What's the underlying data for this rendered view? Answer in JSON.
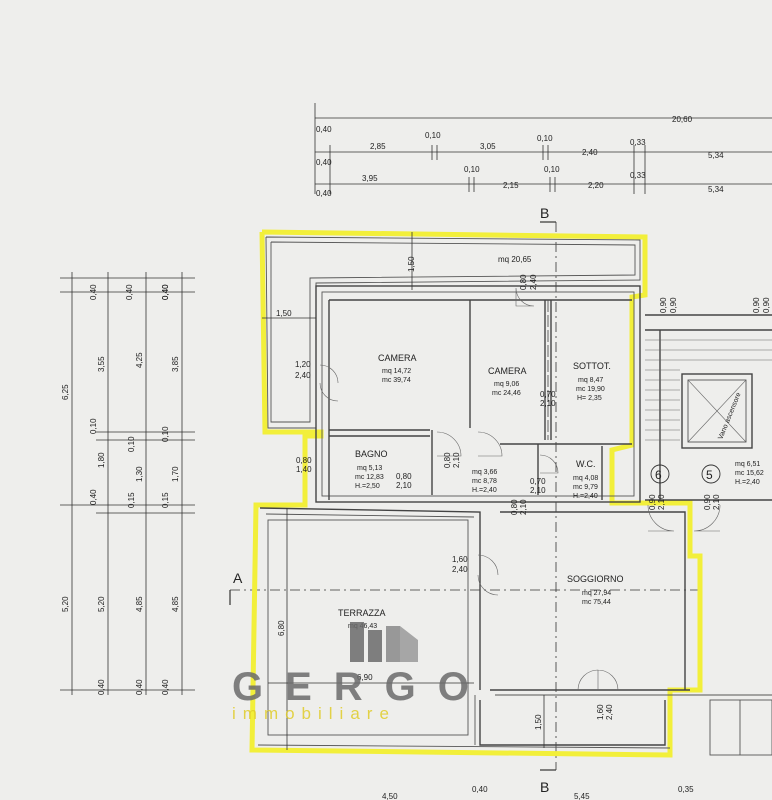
{
  "top_dims": {
    "row1": {
      "left": "0,40",
      "right": "20,60"
    },
    "row2": {
      "a": "0,40",
      "b": "2,85",
      "c": "0,10",
      "d": "3,05",
      "e": "0,10",
      "f": "2,40",
      "g": "0,33",
      "h": "5,34"
    },
    "row3": {
      "a": "0,40",
      "b": "3,95",
      "c": "0,10",
      "d": "2,15",
      "e": "0,10",
      "f": "2,20",
      "g": "0,33",
      "h": "5,34"
    }
  },
  "left_dims": {
    "col1": {
      "top": "0,40",
      "main": "6,25",
      "bottom": "5,20"
    },
    "col2": {
      "top": "0,40",
      "a": "3,55",
      "b": "0,10",
      "c": "1,80",
      "d": "0,40",
      "e": "5,20",
      "f": "0,40"
    },
    "col3": {
      "top": "0,40",
      "a": "4,25",
      "b": "0,10",
      "c": "1,30",
      "d": "0,15",
      "e": "4,85",
      "f": "0,40"
    },
    "col4": {
      "top": "0,40",
      "a": "3,85",
      "b": "0,10",
      "c": "1,70",
      "d": "0,15",
      "e": "4,85",
      "f": "0,40"
    }
  },
  "section_marks": {
    "a": "A",
    "b_top": "B",
    "b_bottom": "B"
  },
  "rooms": {
    "camera1": {
      "name": "CAMERA",
      "area": "mq 14,72",
      "vol": "mc 39,74"
    },
    "camera2": {
      "name": "CAMERA",
      "area": "mq 9,06",
      "vol": "mc 24,46"
    },
    "sottot": {
      "name": "SOTTOT.",
      "area": "mq 8,47",
      "vol": "mc 19,90",
      "h": "H= 2,35"
    },
    "bagno": {
      "name": "BAGNO",
      "area": "mq 5,13",
      "vol": "mc 12,83",
      "h": "H.=2,50"
    },
    "rip": {
      "area": "mq 3,66",
      "vol": "mc 8,78",
      "h": "H.=2,40"
    },
    "wc": {
      "name": "W.C.",
      "area": "mq 4,08",
      "vol": "mc 9,79",
      "h": "H.=2,40"
    },
    "soggiorno": {
      "name": "SOGGIORNO",
      "area": "mq 27,94",
      "vol": "mc 75,44"
    },
    "terrazza": {
      "name": "TERRAZZA",
      "area": "mq 46,43"
    },
    "landing": {
      "area": "mq 6,51",
      "vol": "mc 15,62",
      "h": "H.=2,40"
    },
    "vano": {
      "name": "Vano ascensore"
    }
  },
  "plan_dims": {
    "d150a": "1,50",
    "d2065": "mq 20,65",
    "d150b": "1,50",
    "d080a": "0,80",
    "d240a": "2,40",
    "d120": "1,20",
    "d240b": "2,40",
    "d070a": "0,70",
    "d210a": "2,10",
    "d080b": "0,80",
    "d140": "1,40",
    "d080c": "0,80",
    "d210b": "2,10",
    "d080d": "0,80",
    "d210c": "2,10",
    "d070b": "0,70",
    "d210d": "2,10",
    "d080e": "0,80",
    "d210e": "2,10",
    "d160a": "1,60",
    "d240c": "2,40",
    "d680": "6,80",
    "d690": "6,90",
    "d160b": "1,60",
    "d240d": "2,40",
    "d150c": "1,50",
    "d090a": "0,90",
    "d090b": "0,90",
    "d090c": "0,90",
    "d090d": "0,90",
    "d090e": "0,90",
    "d210f": "2,10",
    "d090f": "0,90",
    "d210g": "2,10",
    "b450": "4,50",
    "b040": "0,40",
    "b545": "5,45",
    "b035": "0,35"
  },
  "stairs": {
    "n6": "6",
    "n5": "5"
  },
  "watermark": {
    "brand": "GERGO",
    "sub": "immobiliare"
  },
  "colors": {
    "highlight": "#f2ef3a",
    "paper": "#eeeeec",
    "watermark": "#6b6b6b",
    "watermark_sub": "#e0cc2a"
  }
}
